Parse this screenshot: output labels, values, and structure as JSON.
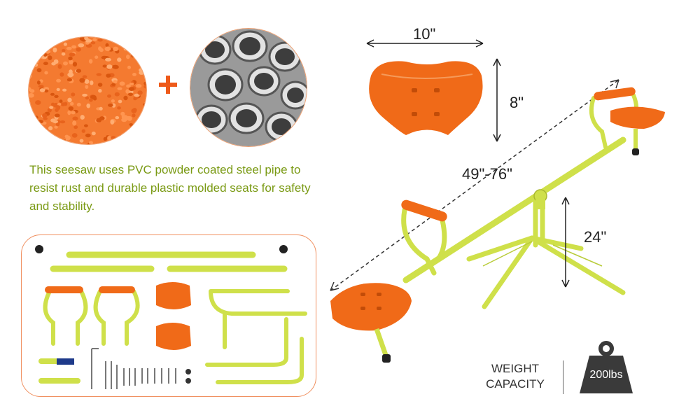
{
  "description": "This seesaw uses PVC powder coated steel pipe to resist rust and durable plastic molded seats for safety and stability.",
  "dimensions": {
    "seat_width": "10\"",
    "seat_height": "8\"",
    "length": "49\"-76\"",
    "height": "24\""
  },
  "weight": {
    "label_line1": "WEIGHT",
    "label_line2": "CAPACITY",
    "value": "200lbs"
  },
  "colors": {
    "frame": "#cfe04a",
    "seat": "#f06a18",
    "text_green": "#7a9a14",
    "accent_orange": "#ee5a1a"
  },
  "icons": [
    "plus-icon",
    "weight-icon"
  ]
}
